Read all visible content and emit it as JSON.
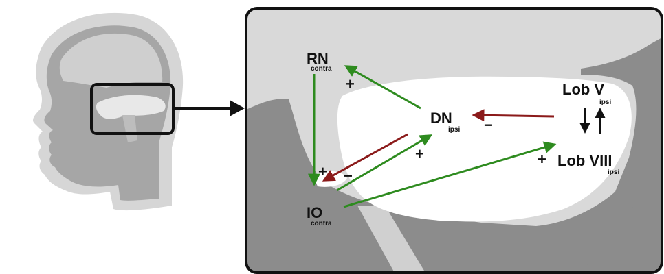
{
  "nodes": {
    "rn": {
      "label": "RN",
      "sub": "contra"
    },
    "dn": {
      "label": "DN",
      "sub": "ipsi"
    },
    "io": {
      "label": "IO",
      "sub": "contra"
    },
    "lob5": {
      "label": "Lob V",
      "sub": "ipsi"
    },
    "lob8": {
      "label": "Lob VIII",
      "sub": "ipsi"
    }
  },
  "signs": {
    "dn_to_rn": "+",
    "rn_to_io": "+",
    "dn_to_io": "−",
    "io_to_dn": "+",
    "lob5_to_dn": "−",
    "io_to_lob8": "+"
  },
  "colors": {
    "excitatory": "#2e8b1f",
    "inhibitory": "#8b1a1a",
    "neutral": "#111111",
    "tissue_dark": "#8a8a8a",
    "tissue_light": "#d9d9d9",
    "cerebellum_white": "#ffffff",
    "head_outer": "#cfcfcf",
    "head_inner": "#a3a3a3"
  }
}
